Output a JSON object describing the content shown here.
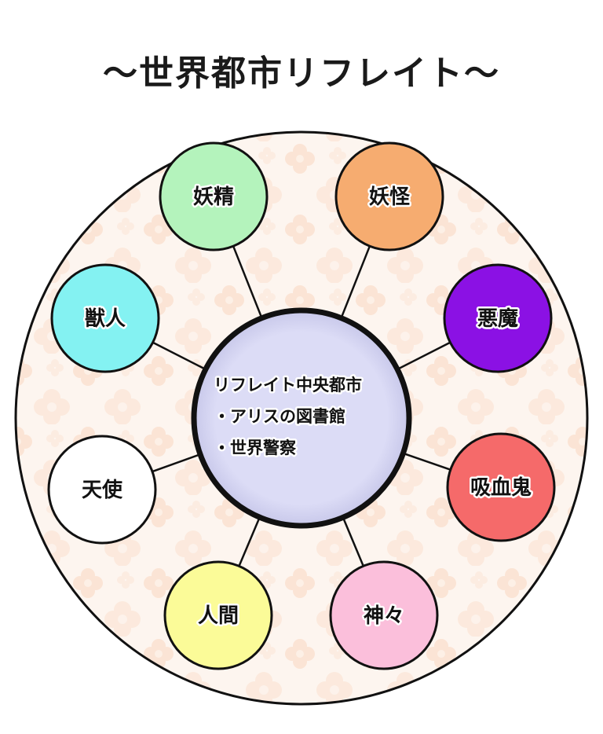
{
  "title": "〜世界都市リフレイト〜",
  "hub": {
    "heading": "リフレイト中央都市",
    "items": [
      "・アリスの図書館",
      "・世界警察"
    ],
    "color": "#dcdcf6"
  },
  "races": [
    {
      "id": "fairy",
      "label": "妖精",
      "color": "#b4f3bc"
    },
    {
      "id": "youkai",
      "label": "妖怪",
      "color": "#f6ac70"
    },
    {
      "id": "demon",
      "label": "悪魔",
      "color": "#8b11e4"
    },
    {
      "id": "vampire",
      "label": "吸血鬼",
      "color": "#f56a6a"
    },
    {
      "id": "gods",
      "label": "神々",
      "color": "#fbbfdb"
    },
    {
      "id": "human",
      "label": "人間",
      "color": "#fbfb98"
    },
    {
      "id": "angel",
      "label": "天使",
      "color": "#ffffff"
    },
    {
      "id": "beast",
      "label": "獣人",
      "color": "#84f2f2"
    }
  ],
  "colors": {
    "outline": "#111111",
    "background_pattern": "#fbe2d2",
    "background_fill": "#fdf4ee"
  }
}
